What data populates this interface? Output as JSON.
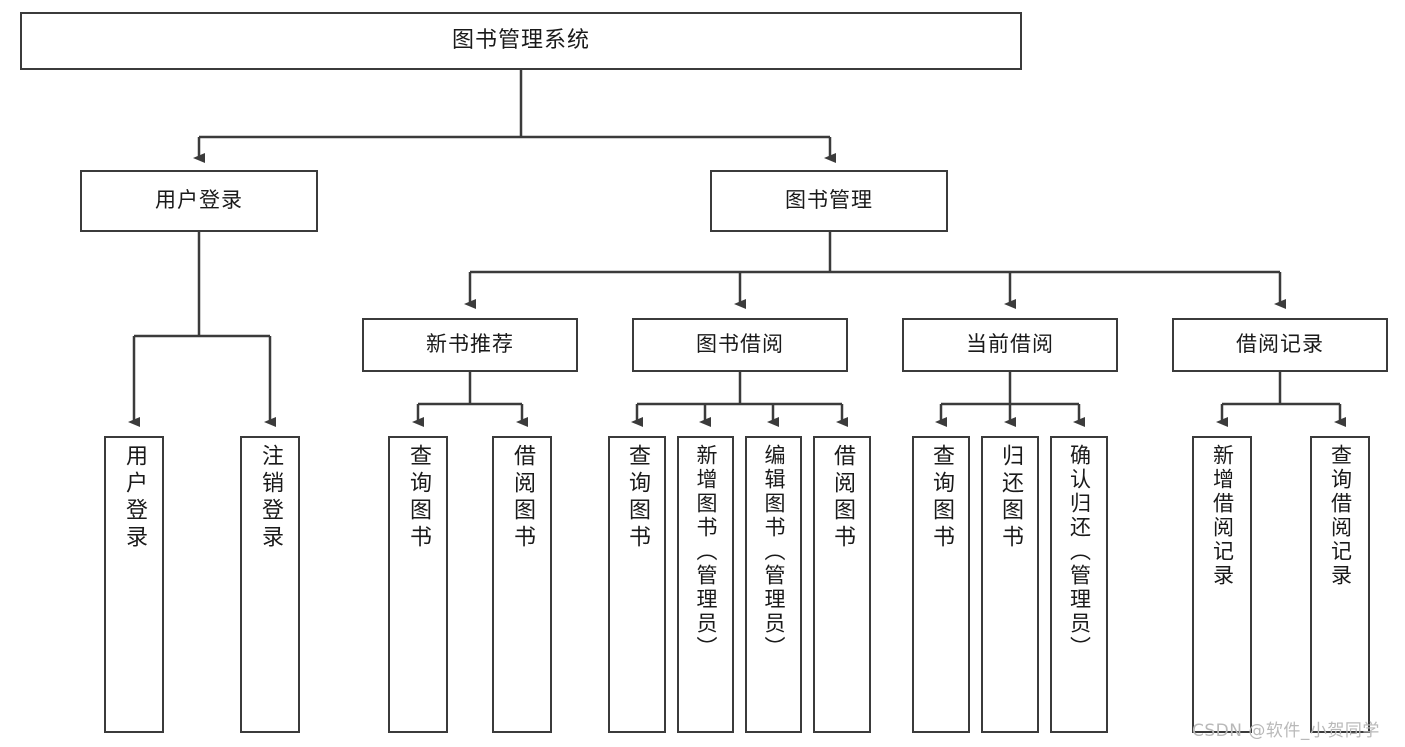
{
  "diagram": {
    "type": "tree-hierarchy-chart",
    "title": "图书管理系统",
    "colors": {
      "stroke": "#3b3b3b",
      "fill": "#ffffff",
      "text": "#1a1a1a",
      "watermark": "#b9b9b9"
    },
    "root": {
      "label": "图书管理系统"
    },
    "level2": [
      {
        "label": "用户登录"
      },
      {
        "label": "图书管理"
      }
    ],
    "level3": [
      {
        "label": "新书推荐"
      },
      {
        "label": "图书借阅"
      },
      {
        "label": "当前借阅"
      },
      {
        "label": "借阅记录"
      }
    ],
    "leaves": {
      "user_login": [
        {
          "label": "用户登录"
        },
        {
          "label": "注销登录"
        }
      ],
      "new_book_recommend": [
        {
          "label": "查询图书"
        },
        {
          "label": "借阅图书"
        }
      ],
      "book_borrow": [
        {
          "label": "查询图书"
        },
        {
          "label": "新增图书（管理员）"
        },
        {
          "label": "编辑图书（管理员）"
        },
        {
          "label": "借阅图书"
        }
      ],
      "current_borrow": [
        {
          "label": "查询图书"
        },
        {
          "label": "归还图书"
        },
        {
          "label": "确认归还（管理员）"
        }
      ],
      "borrow_record": [
        {
          "label": "新增借阅记录"
        },
        {
          "label": "查询借阅记录"
        }
      ]
    }
  },
  "watermark": {
    "text": "CSDN @软件_小贺同学"
  }
}
